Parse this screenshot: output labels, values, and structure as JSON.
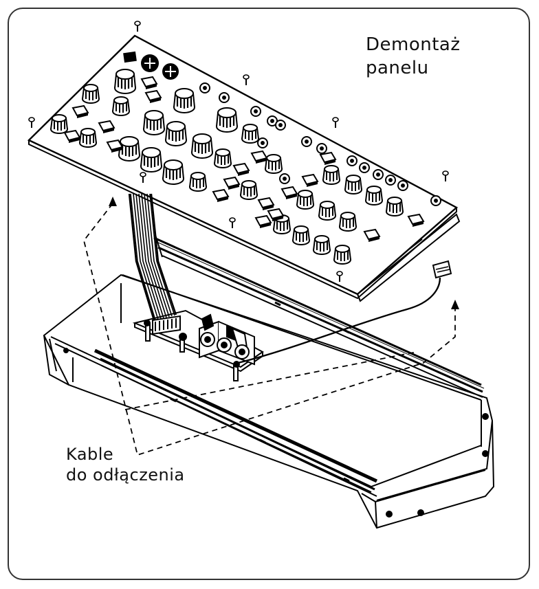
{
  "title": {
    "line1": "Demontaż",
    "line2": "panelu"
  },
  "cable_label": {
    "line1": "Kable",
    "line2": "do odłączenia"
  },
  "colors": {
    "stroke": "#000000",
    "frame": "#333333",
    "background": "#ffffff"
  }
}
